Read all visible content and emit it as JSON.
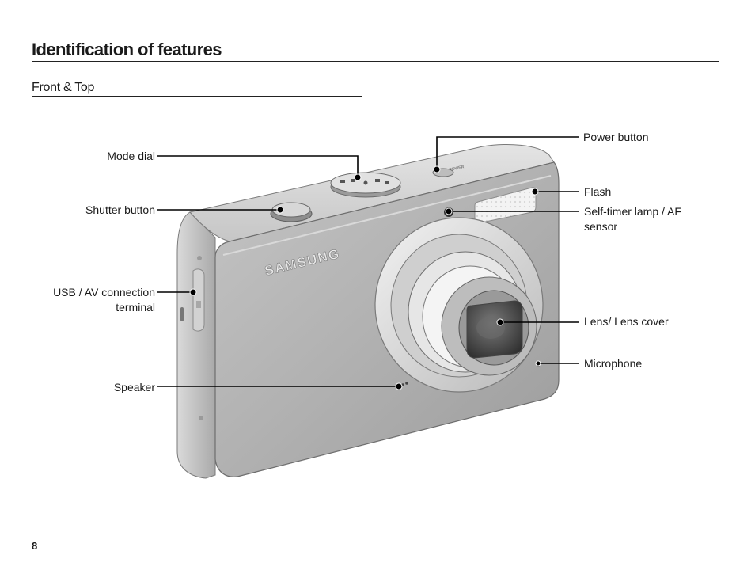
{
  "page": {
    "title": "Identification of features",
    "section": "Front & Top",
    "page_number": "8"
  },
  "camera": {
    "brand": "SAMSUNG",
    "power_marking": "POWER"
  },
  "callouts": {
    "mode_dial": "Mode dial",
    "shutter_button": "Shutter button",
    "usb_av_line1": "USB / AV connection",
    "usb_av_line2": "terminal",
    "speaker": "Speaker",
    "power_button": "Power button",
    "flash": "Flash",
    "self_timer_line1": "Self-timer lamp / AF",
    "self_timer_line2": "sensor",
    "lens": "Lens/ Lens cover",
    "microphone": "Microphone"
  }
}
